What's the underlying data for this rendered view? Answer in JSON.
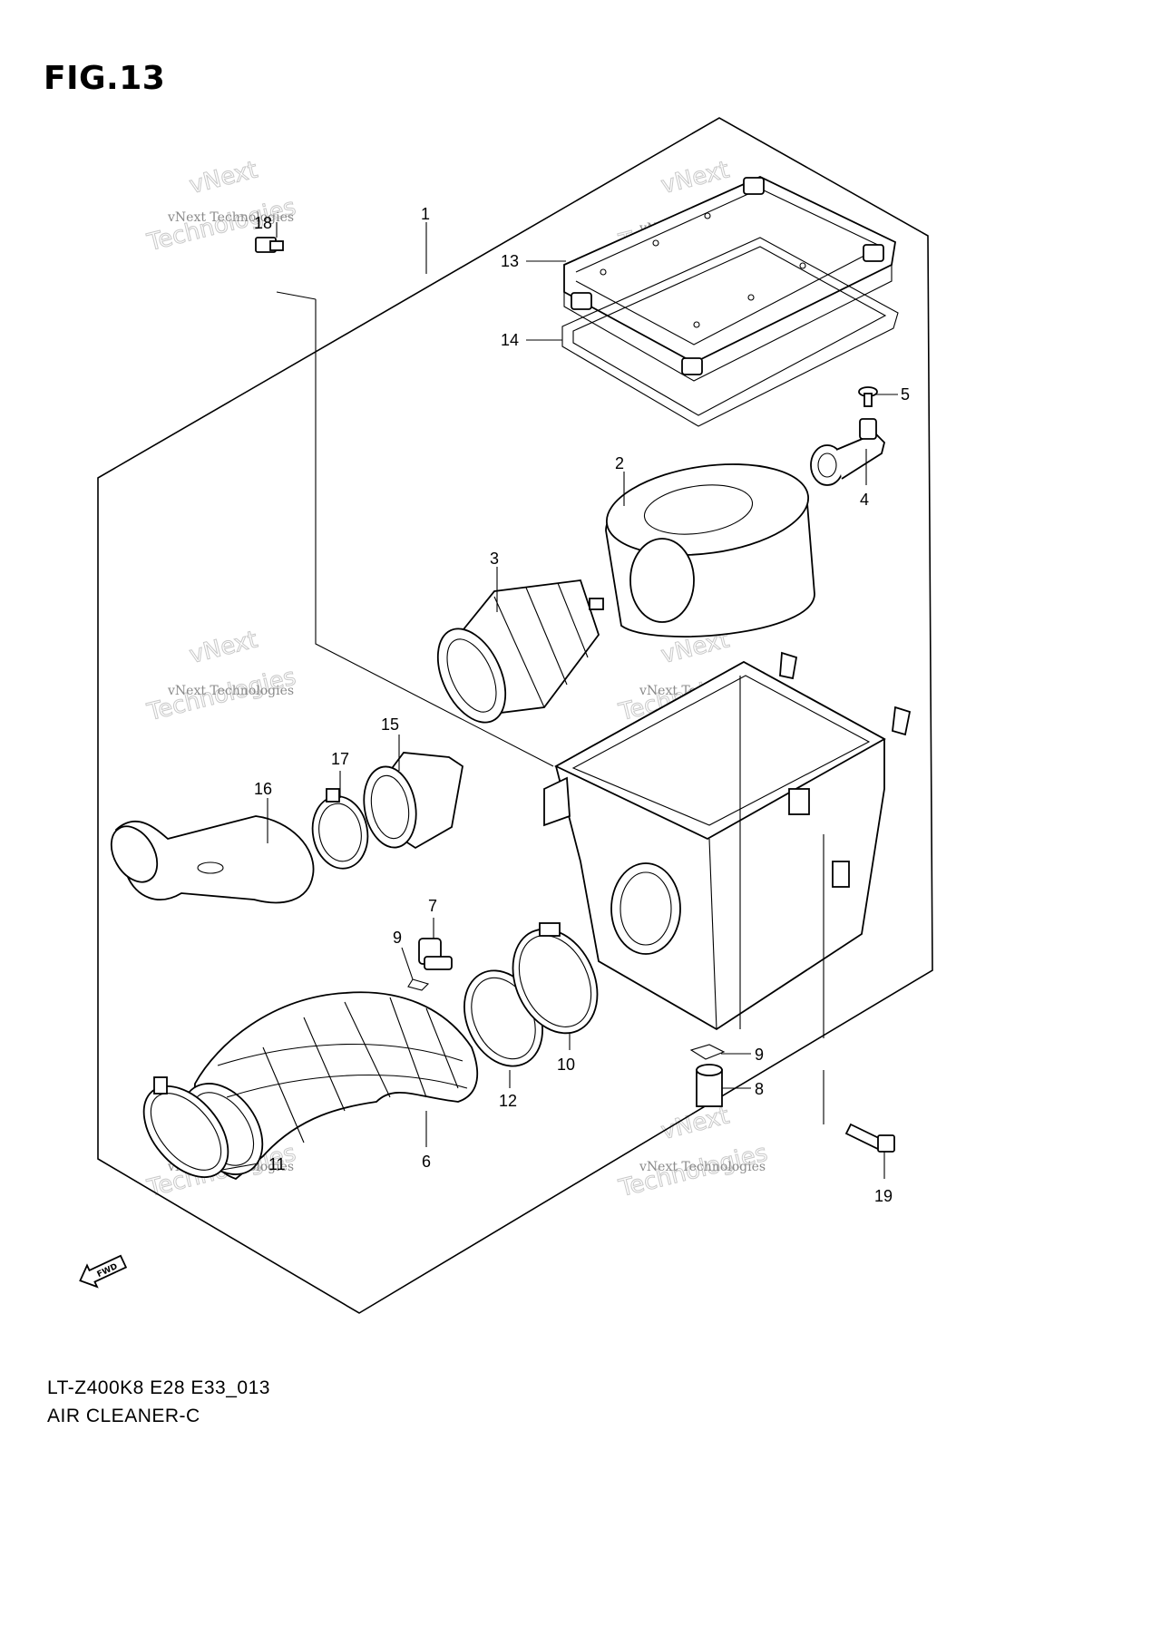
{
  "figure": {
    "title": "FIG.13",
    "model_code": "LT-Z400K8 E28 E33_013",
    "assembly_name": "AIR CLEANER-C"
  },
  "callouts": [
    "1",
    "2",
    "3",
    "4",
    "5",
    "6",
    "7",
    "8",
    "9",
    "9",
    "10",
    "11",
    "12",
    "13",
    "14",
    "15",
    "16",
    "17",
    "18",
    "19"
  ],
  "watermark": {
    "small_text": "vNext Technologies",
    "large_top": "vNext",
    "large_bottom": "Technologies"
  },
  "fwd_label": "FWD"
}
